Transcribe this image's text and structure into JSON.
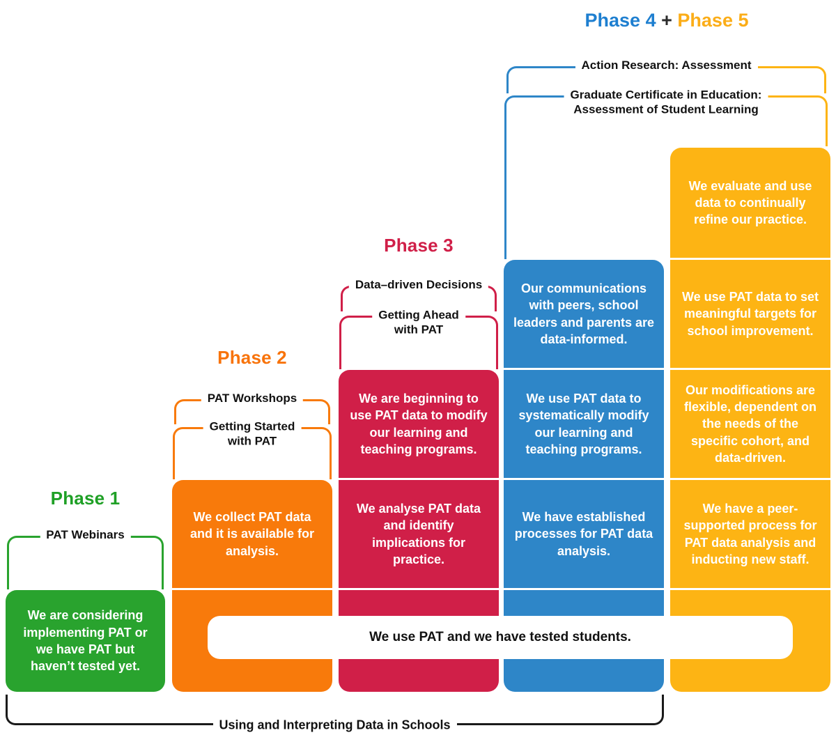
{
  "header": {
    "phase4": "Phase 4",
    "plus": "+",
    "phase5": "Phase 5"
  },
  "phase1": {
    "title": "Phase 1",
    "bracket": "PAT Webinars",
    "box": "We are considering implementing PAT or we have PAT but haven’t tested yet."
  },
  "phase2": {
    "title": "Phase 2",
    "bracket_outer": "PAT Workshops",
    "bracket_inner_line1": "Getting Started",
    "bracket_inner_line2": "with PAT",
    "box": "We collect PAT data and it is available for analysis."
  },
  "phase3": {
    "title": "Phase 3",
    "bracket_outer": "Data–driven Decisions",
    "bracket_inner_line1": "Getting Ahead",
    "bracket_inner_line2": "with PAT",
    "boxes": [
      "We are beginning to use PAT data to modify our learning and teaching programs.",
      "We analyse PAT data and identify implications for practice."
    ]
  },
  "phase45": {
    "bracket_outer": "Action Research: Assessment",
    "bracket_inner_line1": "Graduate Certificate in Education:",
    "bracket_inner_line2": "Assessment of Student Learning"
  },
  "phase4": {
    "boxes": [
      "Our communications with peers, school leaders and parents are data-informed.",
      "We use PAT data to systematically modify our learning and teaching programs.",
      "We have established processes for PAT data analysis."
    ]
  },
  "phase5": {
    "boxes": [
      "We evaluate and use data to continually refine our practice.",
      "We use PAT data to set meaningful targets for school improvement.",
      "Our modifications are flexible, dependent on the needs of the specific cohort, and data-driven.",
      "We have a peer-supported process for PAT data analysis and inducting new staff."
    ]
  },
  "shared_bar": "We use PAT and we have tested students.",
  "footer_bracket": "Using and Interpreting Data in Schools",
  "colors": {
    "phase1_green": "#29A32E",
    "phase2_orange": "#F87A0B",
    "phase3_red": "#D01F48",
    "phase4_blue": "#2E86C8",
    "phase5_yellow": "#FDB414",
    "bracket_black": "#1A1A1A"
  }
}
